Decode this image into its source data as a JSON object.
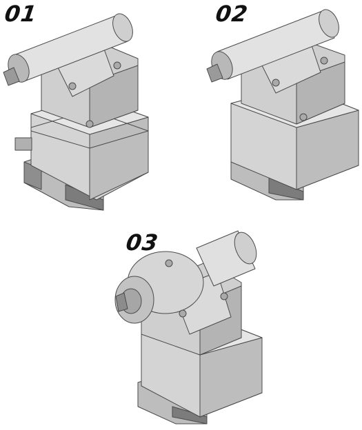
{
  "figures": [
    {
      "label": "01"
    },
    {
      "label": "02"
    },
    {
      "label": "03"
    }
  ],
  "colors": {
    "body_light": "#dcdcdc",
    "body_mid": "#c4c4c4",
    "body_dark": "#9a9a9a",
    "outline": "#4a4a4a",
    "label": "#111111"
  }
}
